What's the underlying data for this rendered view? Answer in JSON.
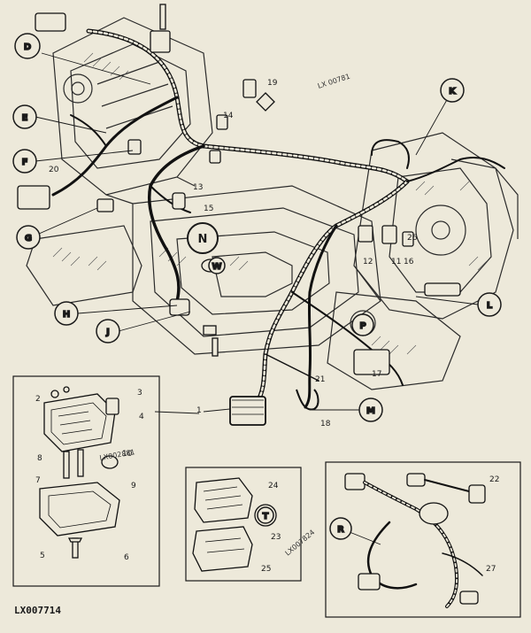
{
  "diagram": {
    "figure_code": "LX007714",
    "center_label": "N",
    "circled_callouts": [
      "D",
      "E",
      "F",
      "G",
      "H",
      "J",
      "K",
      "L",
      "M",
      "P",
      "R",
      "T",
      "W"
    ],
    "part_numbers": [
      "1",
      "2",
      "3",
      "4",
      "5",
      "6",
      "7",
      "8",
      "9",
      "10",
      "11",
      "12",
      "13",
      "14",
      "15",
      "16",
      "17",
      "18",
      "19",
      "20",
      "21",
      "22",
      "23",
      "24",
      "25",
      "26",
      "27"
    ],
    "rotated_labels": [
      "LX 00781",
      "LX002881",
      "LX007824"
    ]
  },
  "colors": {
    "ink": "#1a1a1a",
    "paper": "#ede9da"
  }
}
